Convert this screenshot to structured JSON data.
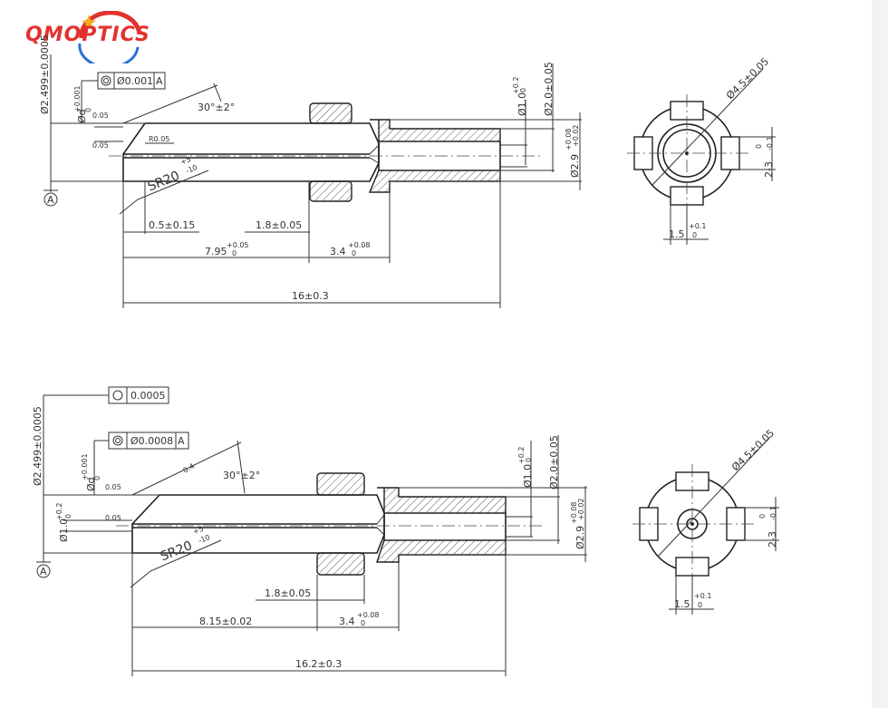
{
  "logo": {
    "text": "QMOPTICS",
    "colors": {
      "text": "#e2312f",
      "arc_blue": "#2a6fd6",
      "arc_red": "#e2312f",
      "star": "#f2b01e"
    }
  },
  "top_drawing": {
    "dia_main": "Ø2.499±0.0005",
    "concentricity_value": "Ø0.001",
    "concentricity_datum": "A",
    "d_tol_upper": "+0.001",
    "d_label": "Ød",
    "d_tol_lower": "0",
    "surface_1": "0.05",
    "surface_2": "0.05",
    "angle": "30°±2°",
    "radius": "R0.05",
    "sphere_radius": "SR20",
    "sphere_tol_upper": "+5",
    "sphere_tol_lower": "-10",
    "datum": "A",
    "dim_05": "0.5±0.15",
    "dim_18": "1.8±0.05",
    "dim_795": "7.95",
    "dim_795_tol_upper": "+0.05",
    "dim_795_tol_lower": "0",
    "dim_34": "3.4",
    "dim_34_tol_upper": "+0.08",
    "dim_34_tol_lower": "0",
    "dim_16": "16±0.3",
    "dia_10": "Ø1.0",
    "dia_10_tol_upper": "+0.2",
    "dia_10_tol_lower": "0",
    "dia_20": "Ø2.0±0.05",
    "dia_29": "Ø2.9",
    "dia_29_tol_upper": "+0.08",
    "dia_29_tol_lower": "+0.02",
    "end_dia": "Ø4.5±0.05",
    "end_slot_w": "2-3",
    "end_slot_w_tol_upper": "0",
    "end_slot_w_tol_lower": "-0.1",
    "end_slot_d": "1.5",
    "end_slot_d_tol_upper": "+0.1",
    "end_slot_d_tol_lower": "0"
  },
  "bottom_drawing": {
    "dia_main": "Ø2.499±0.0005",
    "circularity_value": "0.0005",
    "concentricity_value": "Ø0.0008",
    "concentricity_datum": "A",
    "d_tol_upper": "+0.001",
    "d_label": "Ød",
    "d_tol_lower": "0",
    "surface_1": "0.05",
    "surface_2": "0.05",
    "small_dia": "Ø1.0",
    "small_dia_tol_upper": "+0.2",
    "small_dia_tol_lower": "0",
    "chamfer_note": "0.4",
    "angle": "30°±2°",
    "sphere_radius": "SR20",
    "sphere_tol_upper": "+5",
    "sphere_tol_lower": "-10",
    "datum": "A",
    "dim_18": "1.8±0.05",
    "dim_815": "8.15±0.02",
    "dim_34": "3.4",
    "dim_34_tol_upper": "+0.08",
    "dim_34_tol_lower": "0",
    "dim_162": "16.2±0.3",
    "dia_10": "Ø1.0",
    "dia_10_tol_upper": "+0.2",
    "dia_10_tol_lower": "0",
    "dia_20": "Ø2.0±0.05",
    "dia_29": "Ø2.9",
    "dia_29_tol_upper": "+0.08",
    "dia_29_tol_lower": "+0.02",
    "end_dia": "Ø4.5±0.05",
    "end_slot_w": "2-3",
    "end_slot_w_tol_upper": "0",
    "end_slot_w_tol_lower": "-0.1",
    "end_slot_d": "1.5",
    "end_slot_d_tol_upper": "+0.1",
    "end_slot_d_tol_lower": "0"
  }
}
